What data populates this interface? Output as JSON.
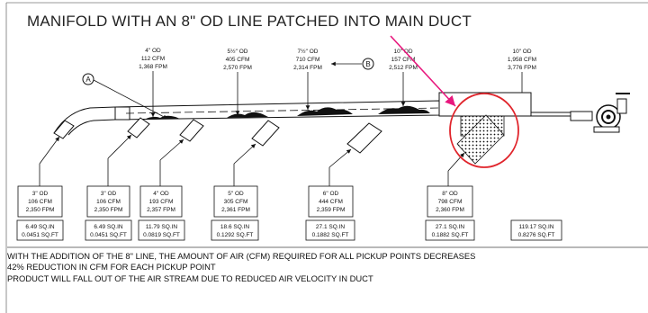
{
  "title": "MANIFOLD WITH AN 8\" OD LINE PATCHED INTO MAIN DUCT",
  "callout_a": "A",
  "callout_b": "B",
  "main_duct_labels": [
    [
      "4\" OD",
      "112 CFM",
      "1,368 FPM"
    ],
    [
      "5½\" OD",
      "405 CFM",
      "2,570 FPM"
    ],
    [
      "7½\" OD",
      "710 CFM",
      "2,314 FPM"
    ],
    [
      "10\" OD",
      "157 CFM",
      "2,512 FPM"
    ],
    [
      "10\" OD",
      "1,958 CFM",
      "3,776 FPM"
    ]
  ],
  "pickups": [
    {
      "lines": [
        "3\" OD",
        "106 CFM",
        "2,350 FPM"
      ],
      "area": [
        "6.49 SQ.IN",
        "0.0451 SQ.FT"
      ]
    },
    {
      "lines": [
        "3\" OD",
        "106 CFM",
        "2,350 FPM"
      ],
      "area": [
        "6.49 SQ.IN",
        "0.0451 SQ.FT"
      ]
    },
    {
      "lines": [
        "4\" OD",
        "193 CFM",
        "2,357 FPM"
      ],
      "area": [
        "11.79 SQ.IN",
        "0.0819 SQ.FT"
      ]
    },
    {
      "lines": [
        "5\" OD",
        "305 CFM",
        "2,361 FPM"
      ],
      "area": [
        "18.6 SQ.IN",
        "0.1292 SQ.FT"
      ]
    },
    {
      "lines": [
        "6\" OD",
        "444 CFM",
        "2,359 FPM"
      ],
      "area": [
        "27.1 SQ.IN",
        "0.1882 SQ.FT"
      ]
    },
    {
      "lines": [
        "8\" OD",
        "798 CFM",
        "2,360 FPM"
      ],
      "area": [
        "27.1 SQ.IN",
        "0.1882 SQ.FT"
      ]
    }
  ],
  "main_area": [
    "119.17 SQ.IN",
    "0.8276 SQ.FT"
  ],
  "notes": [
    "WITH THE ADDITION OF THE 8\" LINE, THE AMOUNT OF AIR (CFM) REQUIRED FOR ALL PICKUP POINTS DECREASES",
    "42% REDUCTION IN CFM FOR EACH PICKUP POINT",
    "PRODUCT WILL FALL OUT OF THE AIR STREAM DUE TO REDUCED AIR VELOCITY IN DUCT"
  ],
  "colors": {
    "highlight_circle": "#e0242b",
    "arrow": "#e8177d",
    "line": "#111111"
  }
}
